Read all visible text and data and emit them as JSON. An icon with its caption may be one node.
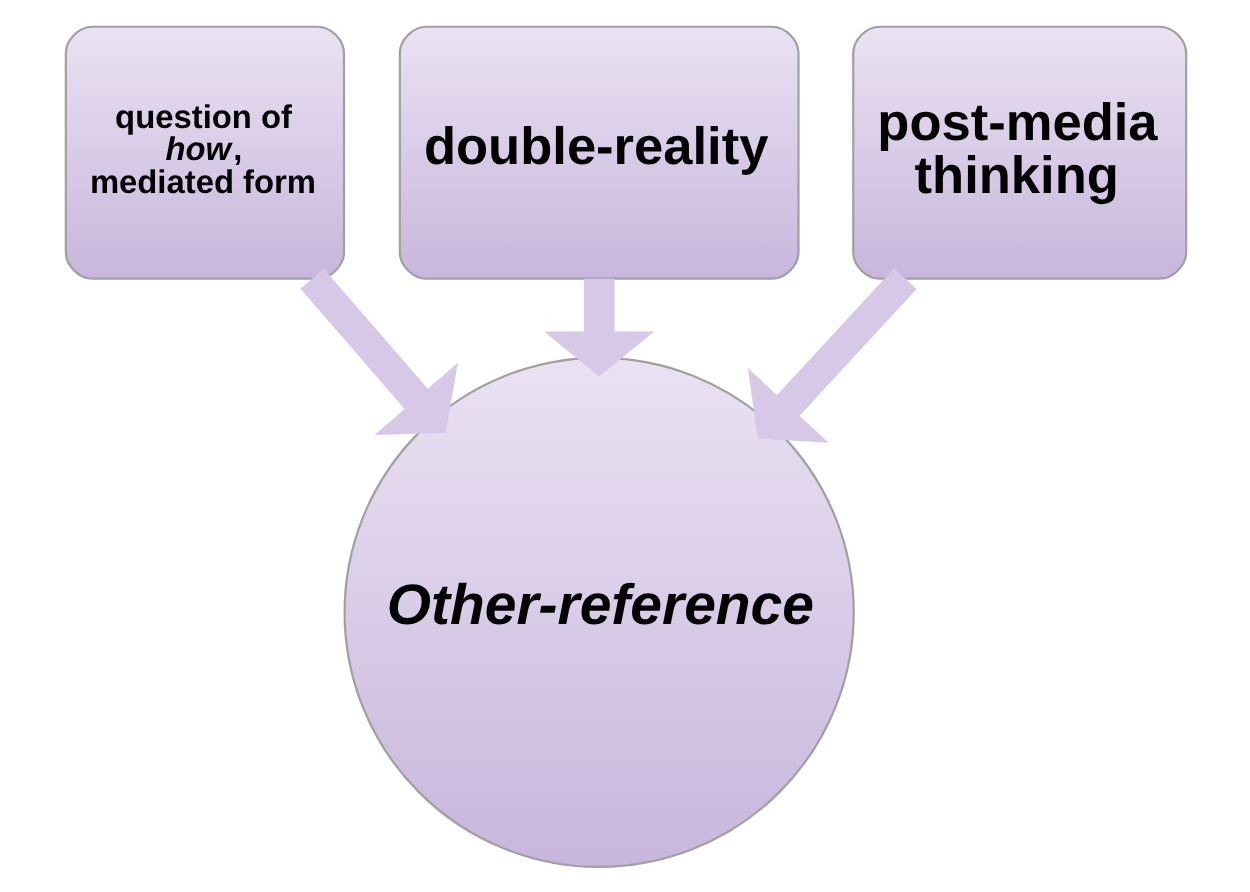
{
  "diagram": {
    "nodes": [
      {
        "text": [
          "question of *how*, mediated form"
        ]
      },
      {
        "text": [
          "double-reality"
        ]
      },
      {
        "text": [
          "post-media thinking"
        ]
      },
      {
        "text": [
          "Other-reference"
        ]
      }
    ],
    "edges": [
      {
        "from": 0,
        "to": 3,
        "arrow": "to"
      },
      {
        "from": 1,
        "to": 3,
        "arrow": "to"
      },
      {
        "from": 2,
        "to": 3,
        "arrow": "to"
      }
    ]
  }
}
